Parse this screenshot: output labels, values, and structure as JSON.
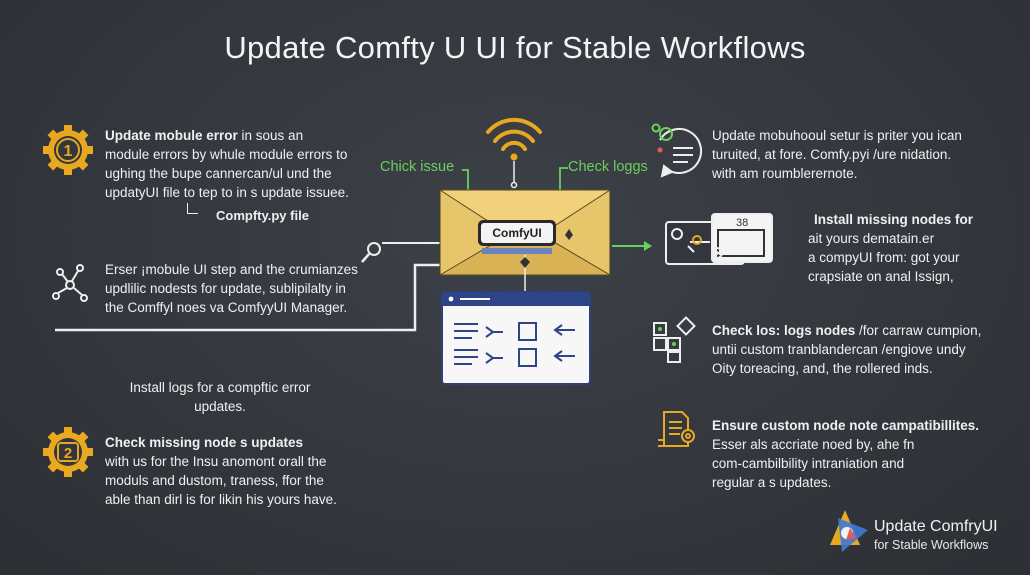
{
  "title": "Update Comfty U UI  for  Stable Workflows",
  "labels": {
    "chick_issue": "Chick issue",
    "check_loggs": "Check loggs",
    "envelope_tag": "ComfyUI",
    "window_badge": "38"
  },
  "left": {
    "b1": {
      "lines": [
        {
          "bold": "Update mobule error",
          "rest": " in sous an"
        },
        {
          "bold": "",
          "rest": "module errors by whule module errors to"
        },
        {
          "bold": "",
          "rest": "ughing the bupe cannercan/ul und the"
        },
        {
          "bold": "",
          "rest": "updatyUI file to tep to in s update issuee."
        }
      ],
      "sub": "Compfty.py file"
    },
    "b2": {
      "lines": [
        "Erser ¡mobule UI step and the crumianzes",
        "updlilic nodests for update, sublipilalty in",
        "the Comffyl noes va ComfyyUI Manager."
      ]
    },
    "b3": {
      "lines": [
        "Install logs for a compftic error",
        "updates."
      ]
    },
    "b4": {
      "lines": [
        {
          "bold": "Check missing node s updates",
          "rest": ""
        },
        {
          "bold": "",
          "rest": "with us for the Insu anomont orall the"
        },
        {
          "bold": "",
          "rest": "moduls and dustom, traness, ffor the"
        },
        {
          "bold": "",
          "rest": "able than dirl is for likin his yours have."
        }
      ]
    }
  },
  "right": {
    "b1": {
      "lines": [
        "Update mobuhooul setur is priter you ican",
        "turuited, at fore. Comfy.pyi /ure nidation.",
        "with am roumblerernote."
      ]
    },
    "b2": {
      "lines": [
        {
          "bold": "Install missing nodes for",
          "rest": ""
        },
        {
          "bold": "",
          "rest": "ait yours dematain.er"
        },
        {
          "bold": "",
          "rest": "a compyUI from: got your"
        },
        {
          "bold": "",
          "rest": "crapsiate on anal Issign,"
        }
      ]
    },
    "b3": {
      "lines": [
        {
          "bold": "Check los: logs nodes",
          "rest": " /for carraw cumpion,"
        },
        {
          "bold": "",
          "rest": "untii custom tranblandercan /engiove undy"
        },
        {
          "bold": "",
          "rest": "Oity toreacing, and, the rollered inds."
        }
      ]
    },
    "b4": {
      "lines": [
        {
          "bold": "Ensure custom node note campatibillites.",
          "rest": ""
        },
        {
          "bold": "",
          "rest": "Esser als accriate noed by, ahe fn"
        },
        {
          "bold": "",
          "rest": "com-cambilbility intraniation and"
        },
        {
          "bold": "",
          "rest": "regular a s updates."
        }
      ]
    }
  },
  "brand": {
    "name": "Update ComfryUI",
    "sub": "for Stable Workflows"
  },
  "colors": {
    "background": "#33363c",
    "accent_gold": "#e8a820",
    "accent_green": "#6ad05c",
    "line_white": "#eeeeee"
  }
}
